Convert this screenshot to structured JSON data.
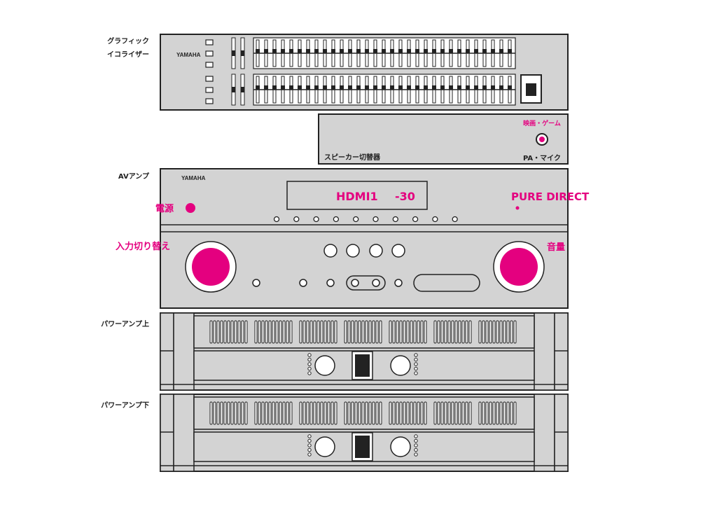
{
  "labels": {
    "graphic_eq": [
      "グラフィック",
      "イコライザー"
    ],
    "speaker_switcher": "スピーカー切替器",
    "av_amp": "AVアンプ",
    "power_amp_upper": "パワーアンプ上",
    "power_amp_lower": "パワーアンプ下"
  },
  "eq": {
    "brand": "YAMAHA"
  },
  "switcher": {
    "option_movie_game": "映画・ゲーム",
    "option_pa_mic": "PA・マイク"
  },
  "av": {
    "brand": "YAMAHA",
    "display_input": "HDMI1",
    "display_volume": "-30",
    "power_label": "電源",
    "pure_direct_label": "PURE DIRECT",
    "input_select_label": "入力切り替え",
    "volume_label": "音量"
  },
  "colors": {
    "accent": "#e4007f",
    "panel": "#d3d3d3",
    "outline": "#222222",
    "background": "#ffffff"
  },
  "icons": {
    "power": "power-button-icon",
    "knob": "knob-icon",
    "switch": "toggle-switch-icon"
  }
}
